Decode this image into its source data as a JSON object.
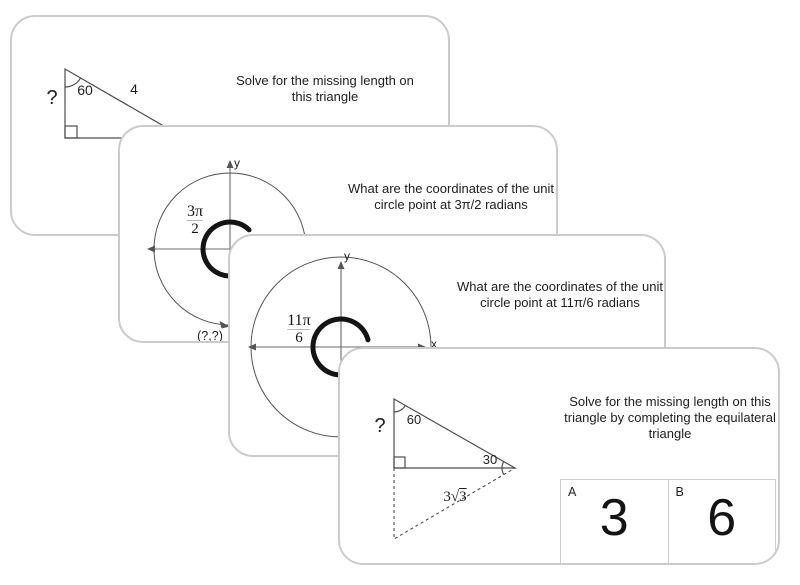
{
  "colors": {
    "page_background": "#ffffff",
    "card_border": "#c9cbcd",
    "question_text": "#202020",
    "diagram_line": "#4d4d4d",
    "bold_angle_arc": "#141414",
    "fraction_bar": "#b9b9b9",
    "answer_box_border": "#cccccc"
  },
  "cards": [
    {
      "question_lines": [
        "Solve for the missing length on",
        "this triangle"
      ],
      "diagram": {
        "type": "right-triangle",
        "unknown_side": "?",
        "top_angle": "60",
        "hypotenuse": "4"
      }
    },
    {
      "question_lines": [
        "What are the coordinates of the unit",
        "circle point at 3π/2 radians"
      ],
      "diagram": {
        "type": "unit-circle",
        "fraction_numerator": "3π",
        "fraction_denominator": "2",
        "y_axis_label": "y",
        "point_label": "(?,?)"
      }
    },
    {
      "question_lines": [
        "What are the coordinates of the unit",
        "circle point at 11π/6 radians"
      ],
      "diagram": {
        "type": "unit-circle",
        "fraction_numerator": "11π",
        "fraction_denominator": "6",
        "y_axis_label": "y",
        "x_axis_label": "x"
      }
    },
    {
      "question_lines": [
        "Solve for the missing length on this",
        "triangle by completing the equilateral",
        "triangle"
      ],
      "diagram": {
        "type": "right-triangle-completion",
        "unknown_side": "?",
        "top_angle": "60",
        "right_angle": "30",
        "altitude_prefix": "3√",
        "altitude_radicand": "3"
      },
      "answers": [
        {
          "label": "A",
          "value": "3"
        },
        {
          "label": "B",
          "value": "6"
        }
      ]
    }
  ]
}
